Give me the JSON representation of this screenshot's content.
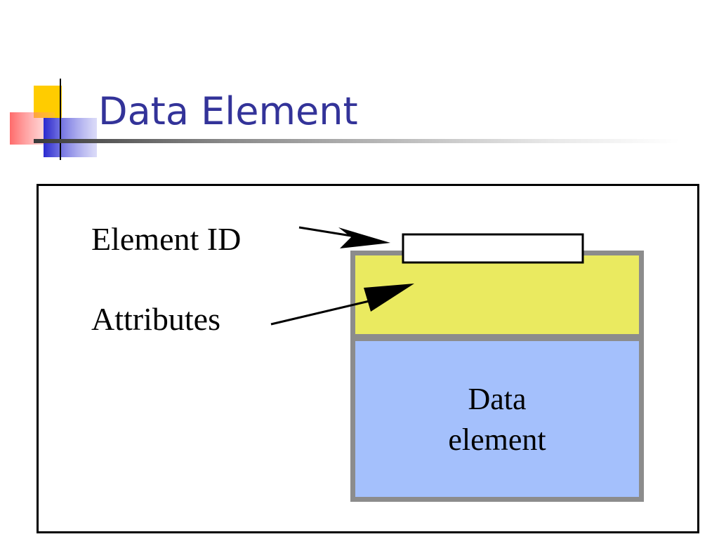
{
  "slide": {
    "title": "Data Element"
  },
  "diagram": {
    "labels": {
      "element_id": "Element ID",
      "attributes": "Attributes"
    },
    "box": {
      "line1": "Data",
      "line2": "element"
    },
    "colors": {
      "title": "#333399",
      "attributes_fill": "#EAEA60",
      "data_fill": "#A4C0FC",
      "box_border": "#8C8C8C",
      "id_box_fill": "#FFFFFF"
    }
  }
}
